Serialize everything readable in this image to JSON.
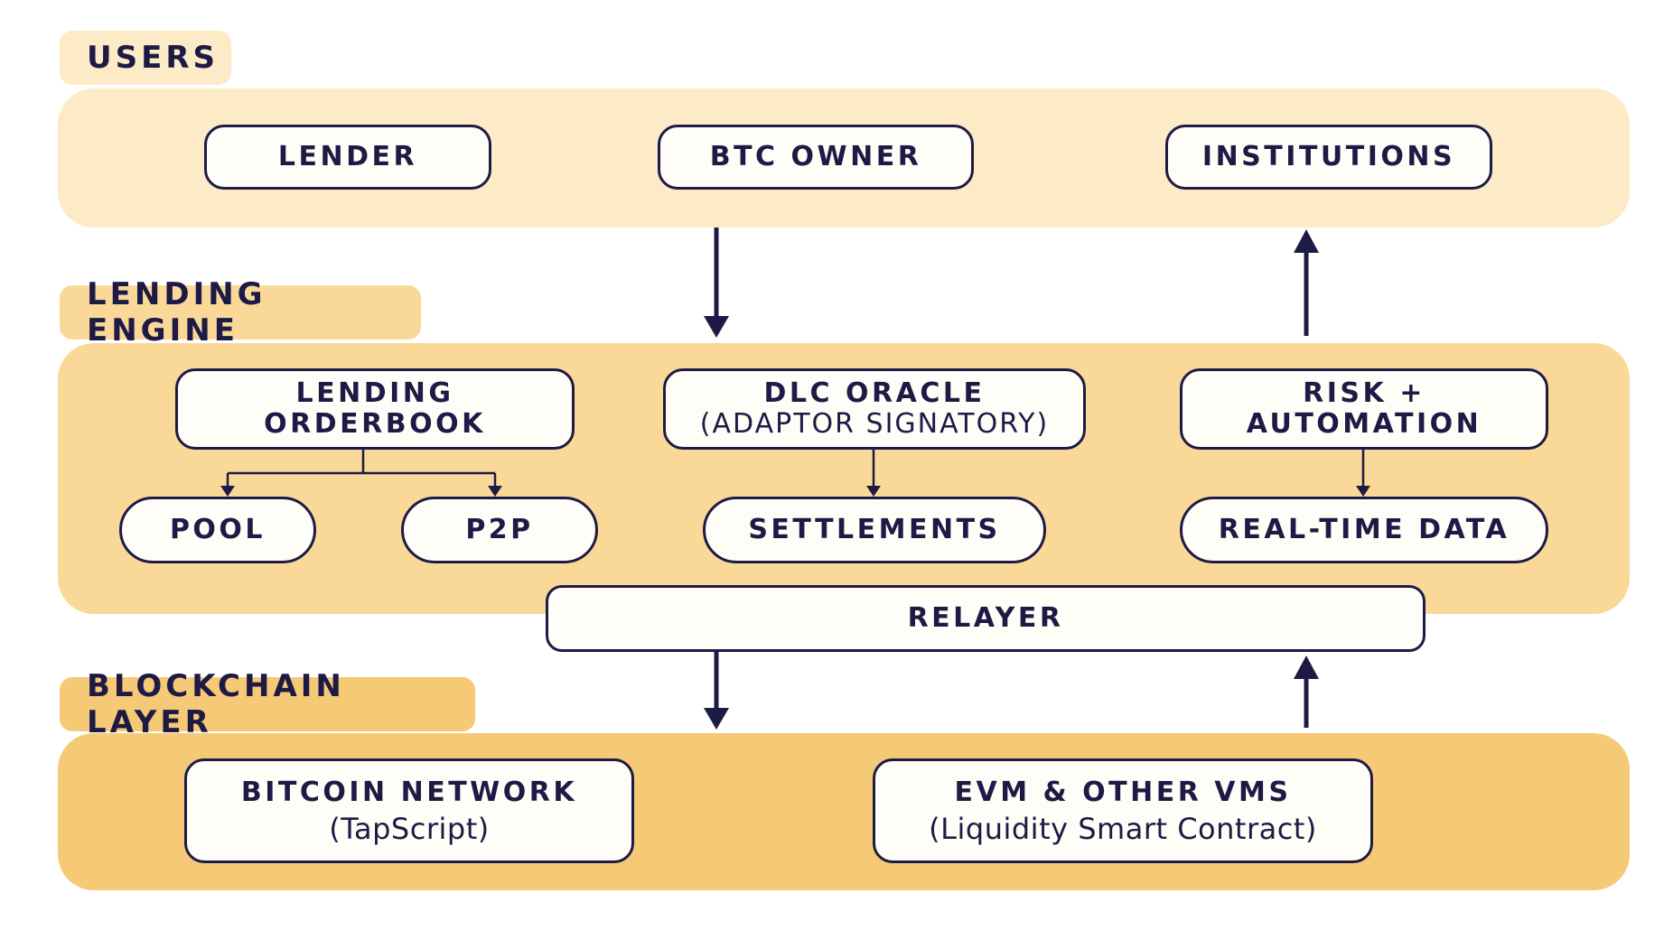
{
  "colors": {
    "users_band": "#fdeac6",
    "engine_band": "#fad998",
    "blockchain_band": "#f6c977",
    "ink": "#1d1b45",
    "node_fill": "#fffdf7"
  },
  "layers": {
    "users": {
      "label": "USERS",
      "nodes": {
        "lender": "LENDER",
        "btc_owner": "BTC OWNER",
        "institutions": "INSTITUTIONS"
      }
    },
    "lending_engine": {
      "label": "LENDING ENGINE",
      "orderbook": {
        "line1": "LENDING",
        "line2": "ORDERBOOK"
      },
      "pool": "POOL",
      "p2p": "P2P",
      "dlc_oracle": {
        "line1": "DLC ORACLE",
        "line2": "(ADAPTOR SIGNATORY)"
      },
      "settlements": "SETTLEMENTS",
      "risk": "RISK + AUTOMATION",
      "real_time_data": "REAL-TIME DATA",
      "relayer": "RELAYER"
    },
    "blockchain": {
      "label": "BLOCKCHAIN LAYER",
      "bitcoin": {
        "title": "BITCOIN NETWORK",
        "subtitle": "(TapScript)"
      },
      "evm": {
        "title": "EVM & OTHER VMS",
        "subtitle": "(Liquidity Smart Contract)"
      }
    }
  }
}
